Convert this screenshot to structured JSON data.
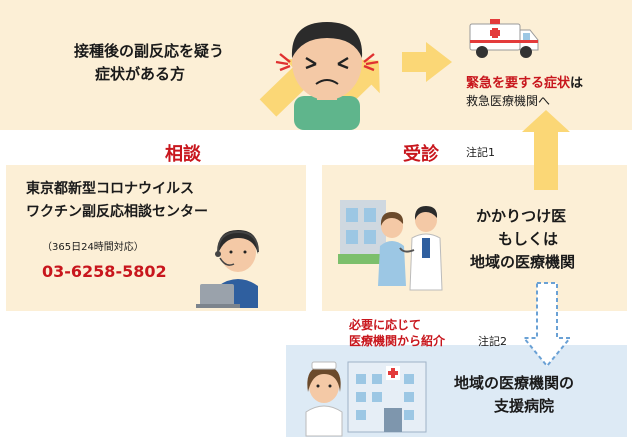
{
  "top": {
    "title_line1": "接種後の副反応を疑う",
    "title_line2": "症状がある方",
    "emergency_red": "緊急を要する症状",
    "emergency_rest": "は",
    "emergency_line2": "救急医療機関へ"
  },
  "labels": {
    "consult": "相談",
    "visit": "受診",
    "note1": "注記1",
    "referral_line1": "必要に応じて",
    "referral_line2": "医療機関から紹介",
    "note2": "注記2"
  },
  "center": {
    "line1": "東京都新型コロナウイルス",
    "line2": "ワクチン副反応相談センター",
    "hours": "（365日24時間対応）",
    "phone": "03-6258-5802"
  },
  "clinic": {
    "line1": "かかりつけ医",
    "line2": "もしくは",
    "line3": "地域の医療機関"
  },
  "hospital": {
    "line1": "地域の医療機関の",
    "line2": "支援病院"
  },
  "colors": {
    "red": "#c8161d",
    "arrow_yellow": "#fbd776",
    "panel_beige": "#fcefd6",
    "panel_blue": "#ddeaf5"
  }
}
